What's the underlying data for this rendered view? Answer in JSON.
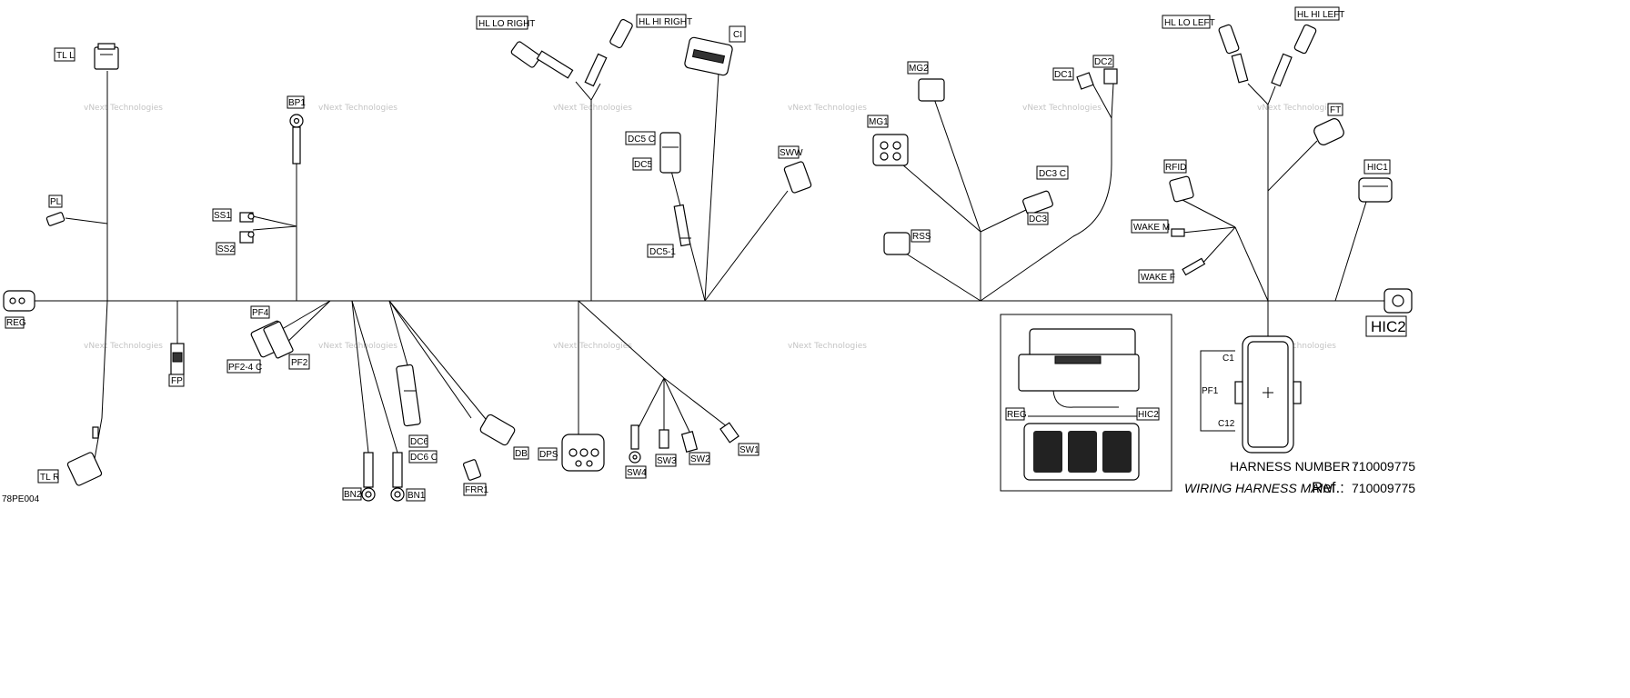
{
  "labels": {
    "tl_l": "TL L",
    "pl": "PL",
    "reg": "REG",
    "fp": "FP",
    "tl_r": "TL R",
    "bp1": "BP1",
    "ss1": "SS1",
    "ss2": "SS2",
    "pf4": "PF4",
    "pf2_4c": "PF2-4 C",
    "pf2": "PF2",
    "bn2": "BN2",
    "bn1": "BN1",
    "dc6": "DC6",
    "dc6c": "DC6 C",
    "frr1": "FRR1",
    "db": "DB",
    "dps": "DPS",
    "sw4": "SW4",
    "sw3": "SW3",
    "sw2": "SW2",
    "sw1": "SW1",
    "hl_lo_right": "HL  LO RIGHT",
    "hl_hi_right": "HL  HI RIGHT",
    "ci": "CI",
    "dc5c": "DC5  C",
    "dc5": "DC5",
    "dc5_1": "DC5-1",
    "sww": "SWW",
    "mg2": "MG2",
    "mg1": "MG1",
    "rss": "RSS",
    "dc1": "DC1",
    "dc2": "DC2",
    "dc3c": "DC3  C",
    "dc3": "DC3",
    "hl_lo_left": "HL  LO LEFT",
    "hl_hi_left": "HL  HI LEFT",
    "ft": "FT",
    "rfid": "RFID",
    "wake_m": "WAKE  M",
    "wake_f": "WAKE  F",
    "hic1": "HIC1",
    "hic2": "HIC2",
    "inset_reg": "REG",
    "inset_hic2": "HIC2",
    "pf1": "PF1",
    "c1": "C1",
    "c12": "C12"
  },
  "watermark": "vNext Technologies",
  "harness": {
    "number_label": "HARNESS NUMBER :",
    "number_value": "710009775",
    "wiring_label": "WIRING HARNESS  MAIN",
    "ref_label": "Ref.:",
    "ref_value": "710009775"
  },
  "figure_code": "78PE004"
}
